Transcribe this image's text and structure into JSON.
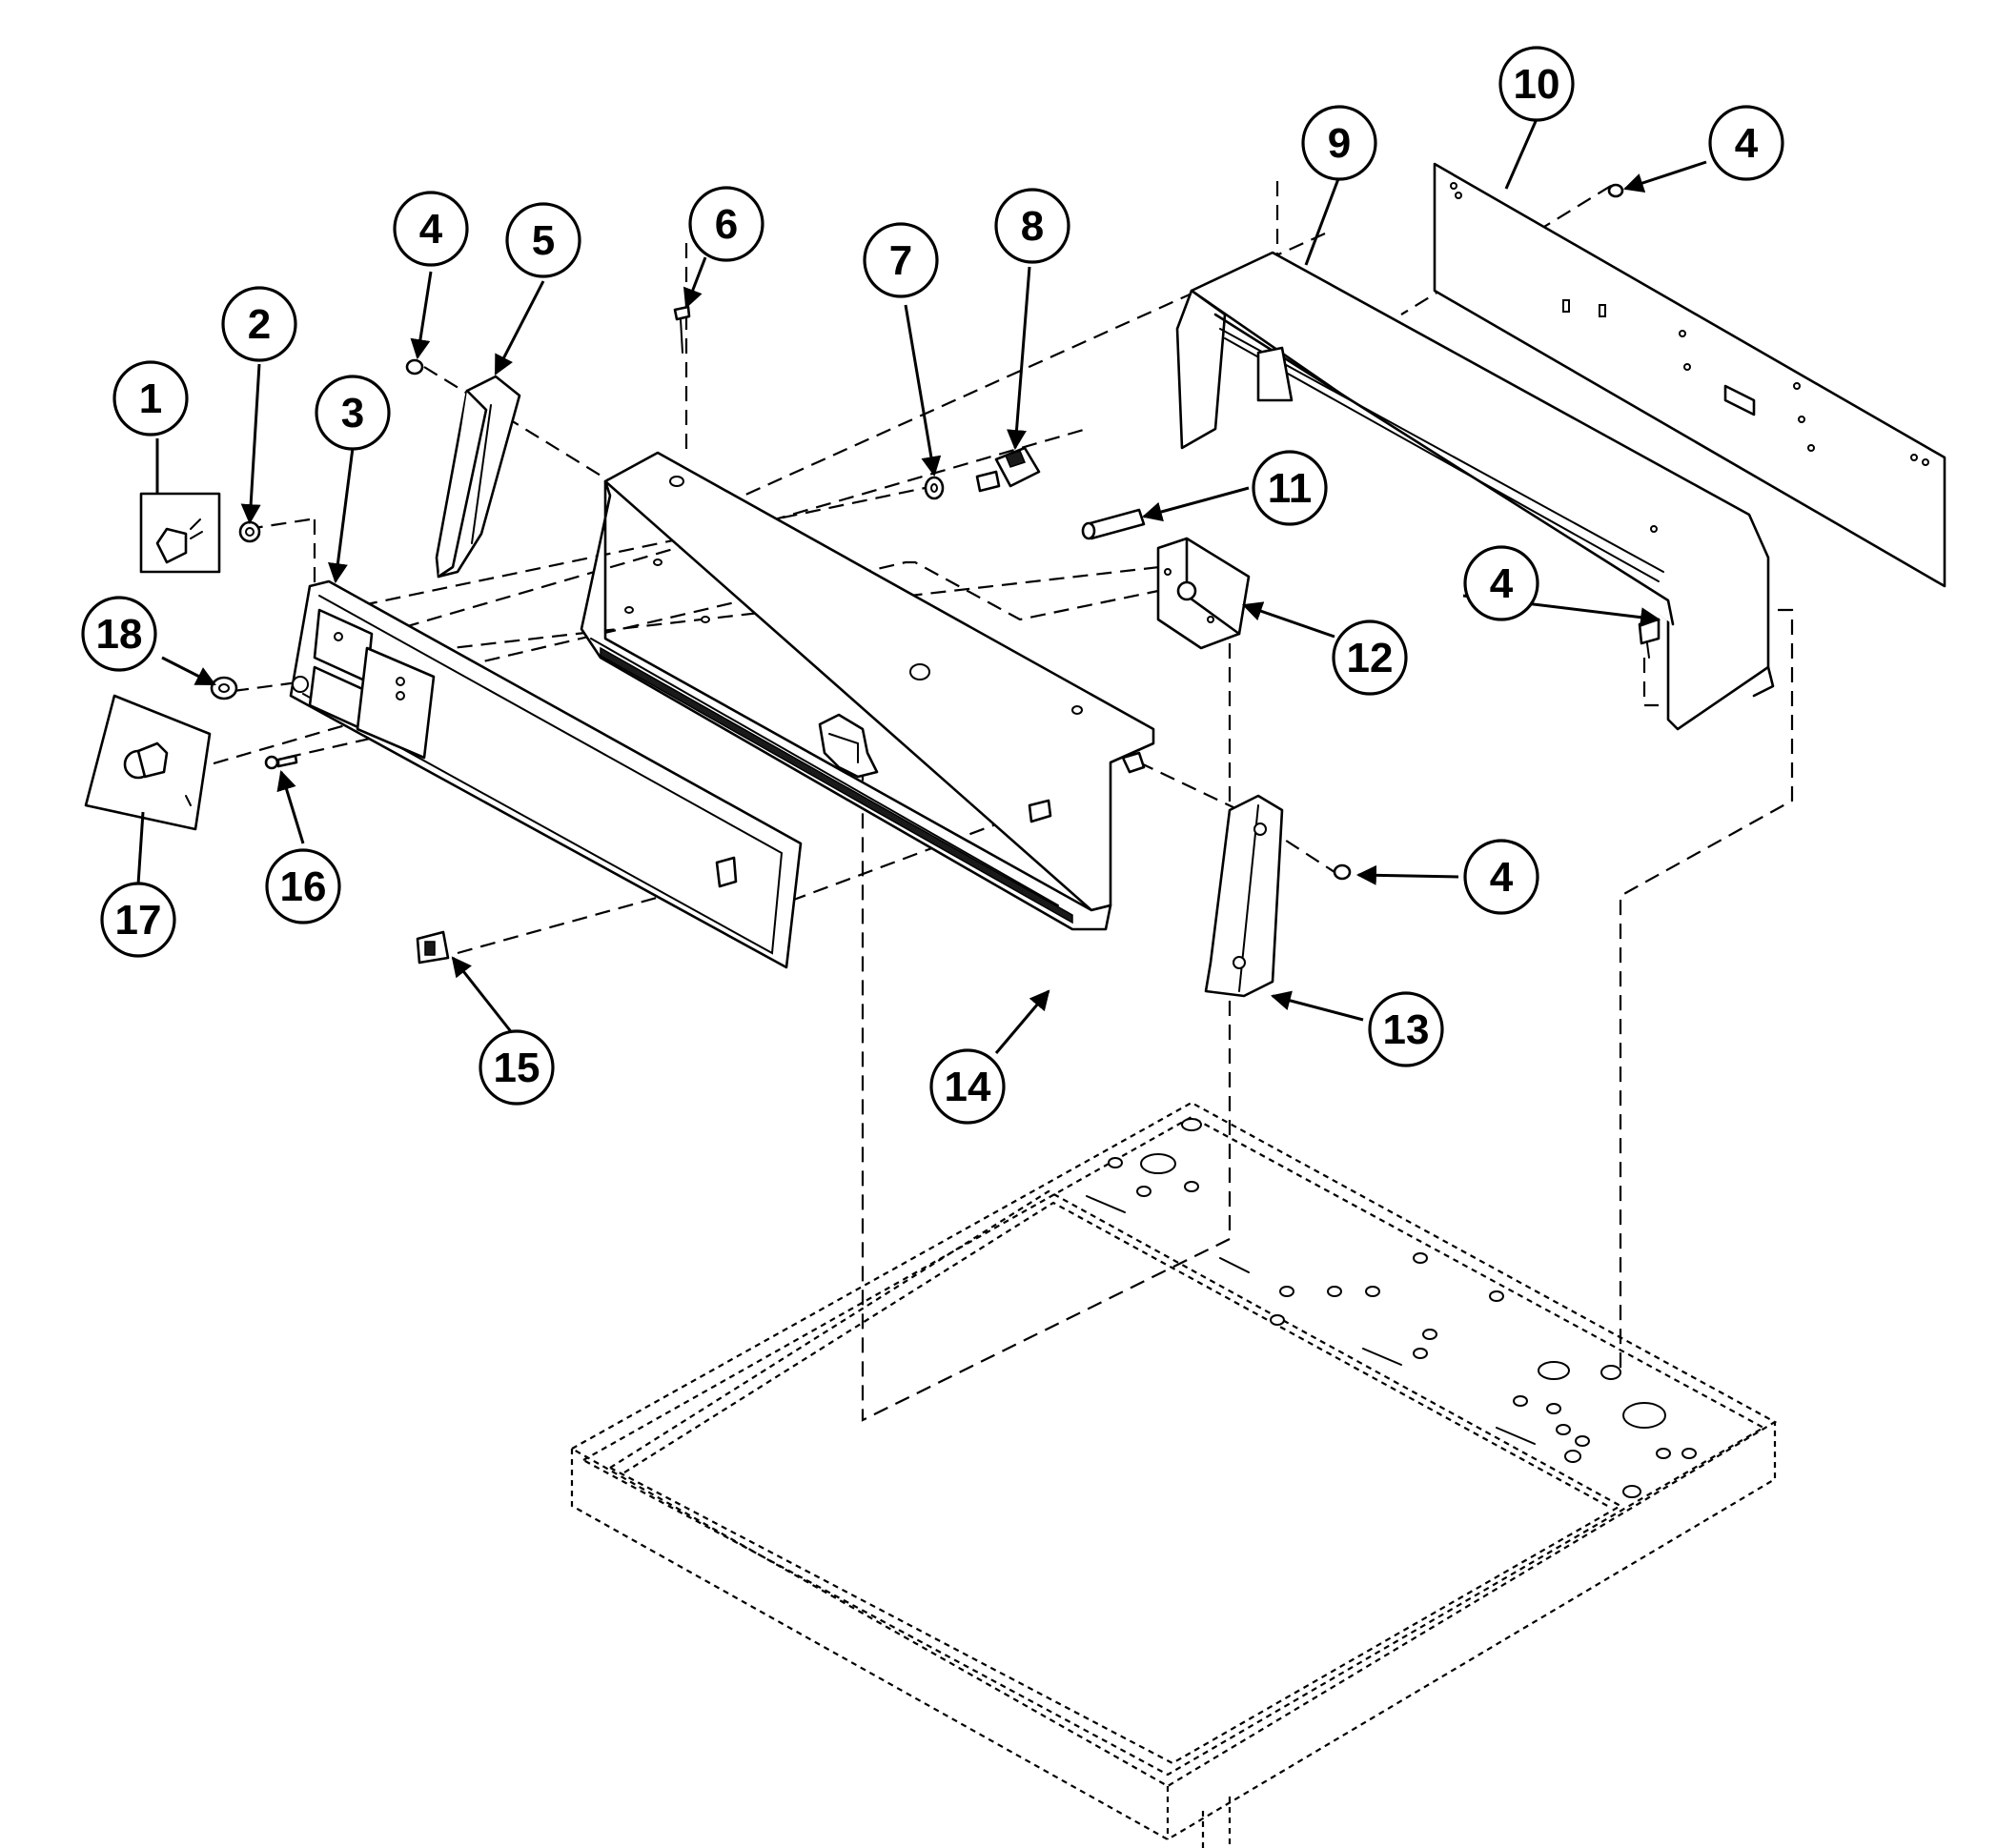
{
  "callouts": [
    {
      "label": "1"
    },
    {
      "label": "2"
    },
    {
      "label": "3"
    },
    {
      "label": "4"
    },
    {
      "label": "5"
    },
    {
      "label": "6"
    },
    {
      "label": "7"
    },
    {
      "label": "8"
    },
    {
      "label": "9"
    },
    {
      "label": "10"
    },
    {
      "label": "4"
    },
    {
      "label": "11"
    },
    {
      "label": "4"
    },
    {
      "label": "12"
    },
    {
      "label": "18"
    },
    {
      "label": "17"
    },
    {
      "label": "16"
    },
    {
      "label": "15"
    },
    {
      "label": "14"
    },
    {
      "label": "4"
    },
    {
      "label": "13"
    }
  ],
  "colors": {
    "line": "#000000",
    "background": "#ffffff"
  }
}
